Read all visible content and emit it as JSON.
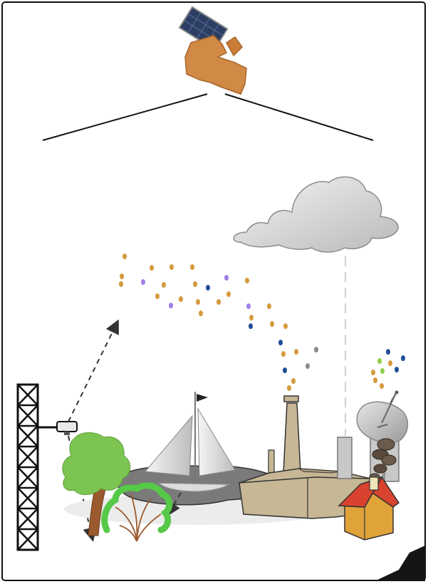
{
  "figure": {
    "kind": "remote-sensing illustration",
    "elements": [
      "satellite-icon",
      "sensor-swath",
      "cloud-icon",
      "aerosol-particles",
      "lidar-tower-icon",
      "tree-icon",
      "shrub-icon",
      "lake",
      "sailboat-icon",
      "factory-icon",
      "smokestack-icon",
      "satellite-dish-icon",
      "house-icon",
      "chimney-smoke"
    ]
  },
  "colors": {
    "satellite_body": "#d18a45",
    "solar_panel": "#2c3e63",
    "cloud_gray": "#c8c8c8",
    "particle_orange": "#d49a3d",
    "particle_blue": "#1f4e99",
    "particle_purple": "#a07ee8",
    "particle_green": "#8cd04a",
    "particle_gray": "#8a8a8a",
    "tree_green": "#7dc552",
    "shrub_green": "#56c948",
    "trunk_brown": "#9b5a2e",
    "lake_gray": "#7a7a7a",
    "factory_tan": "#c7b795",
    "house_red": "#d8422e",
    "house_orange": "#e0a33a",
    "smoke_dark": "#5a4a3c"
  }
}
